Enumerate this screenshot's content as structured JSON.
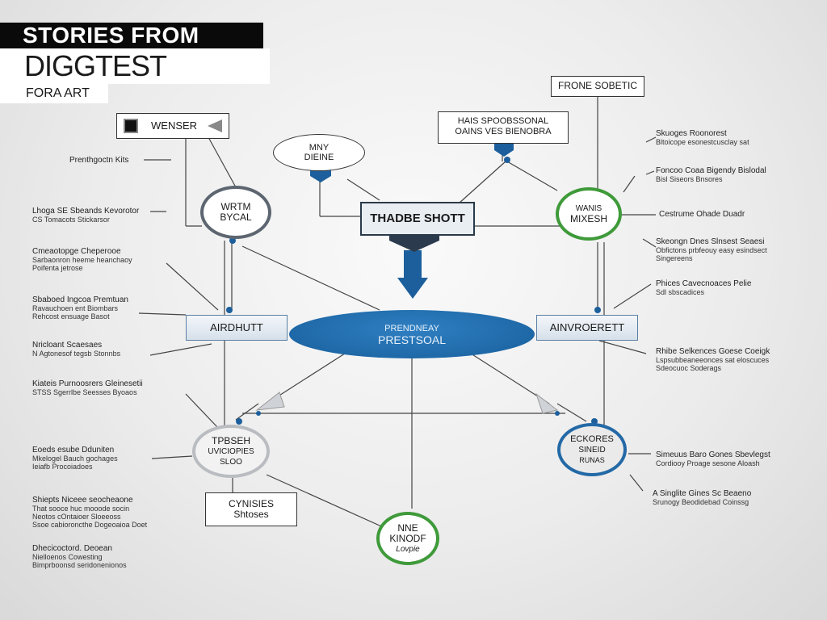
{
  "header": {
    "line1": "STORIES FROM",
    "line2": "DIGGTEST",
    "line3": "FORA ART"
  },
  "top_left_box": {
    "label": "WENSER"
  },
  "top_left_note": "Prenthgoctn Kits",
  "speech_bubble": {
    "line1": "MNY",
    "line2": "DIEINE"
  },
  "top_center_box": {
    "line1": "HAIS SPOOBSSONAL",
    "line2": "OAINS VES BIENOBRA"
  },
  "top_right_box": {
    "label": "FRONE SOBETIC"
  },
  "center_box": {
    "label": "THADBE SHOTT"
  },
  "main_ellipse": {
    "line1": "PRENDNEAY",
    "line2": "PRESTSOAL"
  },
  "circle_top_left": {
    "line1": "WRTM",
    "line2": "BYCAL"
  },
  "circle_top_right": {
    "line1": "WANIS",
    "line2": "MIXESH"
  },
  "left_box": {
    "label": "AIRDHUTT"
  },
  "right_box": {
    "label": "AINVROERETT"
  },
  "circle_bottom_left": {
    "line1": "TPBSEH",
    "line2": "UVICIOPIES",
    "line3": "SLOO"
  },
  "circle_bottom_right": {
    "line1": "ECKORES",
    "line2": "SINEID",
    "line3": "RUNAS"
  },
  "bottom_box": {
    "line1": "CYNISIES",
    "line2": "Shtoses"
  },
  "circle_bottom": {
    "line1": "NNE",
    "line2": "KINODF",
    "line3": "Lovpie"
  },
  "left_notes": [
    {
      "l1": "Lhoga SE Sbeands Kevorotor",
      "l2": "CS  Tomacots Stickarsor"
    },
    {
      "l1": "Cmeaotopge Cheperooe",
      "l2": "Sarbaonron heeme heanchaoy",
      "l3": "Poifenta jetrose"
    },
    {
      "l1": "Sbaboed Ingcoa Premtuan",
      "l2": "Ravauchoen ent Biombars",
      "l3": "Rehcost ensuage Basot"
    },
    {
      "l1": "Nricloant Scaesaes",
      "l2": "N Agtonesof tegsb Stonnbs"
    },
    {
      "l1": "Kiateis Purnoosrers Gleinesetii",
      "l2": "STSS Sgerrlbe Seesses Byoaos"
    },
    {
      "l1": "Eoeds esube Dduniten",
      "l2": "Mkelogel Bauch gochages",
      "l3": "Ieiafb Procoiadoes"
    },
    {
      "l1": "Shiepts Niceee seocheaone",
      "l2": "That sooce huc mooode socin",
      "l3": "Neotos cOntaioer Sloeeoss",
      "l4": "Ssoe cabioroncthe Dogeoaioa Doet"
    },
    {
      "l1": "Dhecicoctord. Deoean",
      "l2": "Nielloenos Cowesting",
      "l3": "Bimprboonsd seridonenionos"
    }
  ],
  "right_notes": [
    {
      "l1": "Skuoges Roonorest",
      "l2": "Bltoicope esonestcusclay sat"
    },
    {
      "l1": "Foncoo Coaa Bigendy Bislodal",
      "l2": "Bisl Siseors Bnsores"
    },
    {
      "l1": "Cestrume Ohade Duadr"
    },
    {
      "l1": "Skeongn Dnes Slnsest Seaesi",
      "l2": "Obfictons prbfeouy easy esindsect",
      "l3": "Singereens"
    },
    {
      "l1": "Phices Cavecnoaces Pelie",
      "l2": "Sdl sbscadices"
    },
    {
      "l1": "Rhibe Selkences Goese Coeigk",
      "l2": "Lspsubbeaneeonces sat eloscuces",
      "l3": "Sdeocuoc Soderags"
    },
    {
      "l1": "Simeuus Baro Gones Sbevlegst",
      "l2": "Cordiooy Proage sesone Aloash"
    },
    {
      "l1": "A Singlite Gines Sc Beaeno",
      "l2": "Srunogy Beodidebad Coinssg"
    }
  ]
}
